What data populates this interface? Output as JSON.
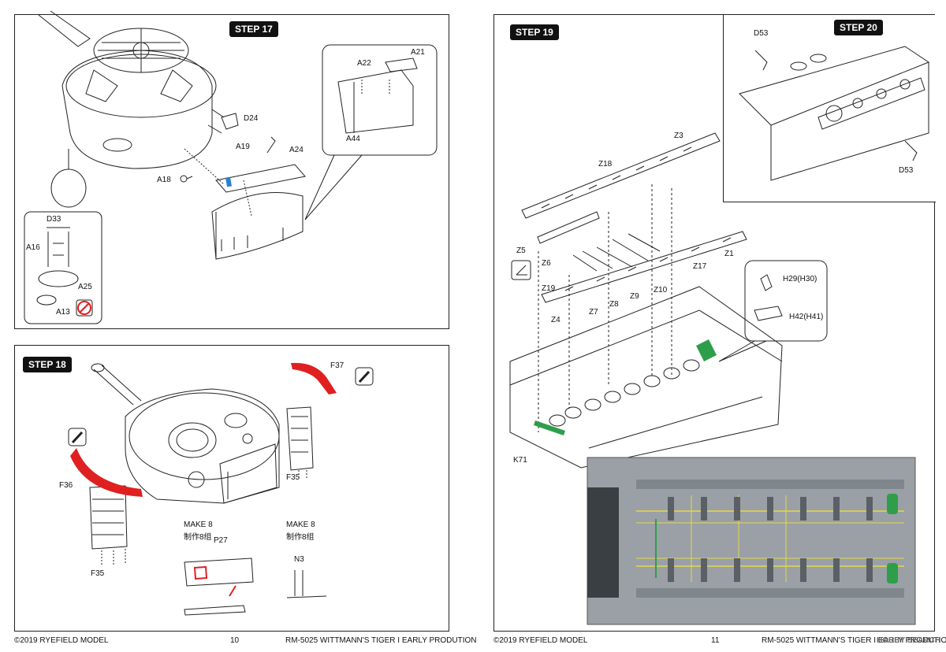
{
  "left_page": {
    "step17": {
      "tag": "STEP 17",
      "labels": [
        "A21",
        "A22",
        "A44",
        "D24",
        "A19",
        "A24",
        "A18",
        "D33",
        "A16",
        "A25",
        "A13"
      ]
    },
    "step18": {
      "tag": "STEP 18",
      "labels": [
        "F37",
        "F36",
        "F35",
        "F35",
        "P27",
        "N3"
      ],
      "make_left_en": "MAKE 8",
      "make_left_cn": "制作8组",
      "make_right_en": "MAKE 8",
      "make_right_cn": "制作8组"
    },
    "footer": {
      "copyright": "©2019 RYEFIELD MODEL",
      "page_number": "10",
      "title": "RM-5025 WITTMANN'S TIGER I EARLY PRODUTION"
    }
  },
  "right_page": {
    "step19": {
      "tag": "STEP 19",
      "labels": [
        "Z3",
        "Z18",
        "Z5",
        "Z6",
        "Z1",
        "Z17",
        "Z19",
        "Z9",
        "Z10",
        "Z4",
        "Z7",
        "Z8",
        "H29(H30)",
        "H42(H41)",
        "K71"
      ]
    },
    "step20": {
      "tag": "STEP 20",
      "labels": [
        "D53",
        "D53"
      ]
    },
    "footer": {
      "copyright": "©2019 RYEFIELD MODEL",
      "page_number": "11",
      "title": "RM-5025 WITTMANN'S TIGER I EARLY PRODUTION",
      "watermark": "HOBBY SEARCH"
    }
  },
  "colors": {
    "red_part": "#e02020",
    "blue_part": "#2a7fd4",
    "green_part": "#2e9e4a",
    "render_gray": "#9aa0a6",
    "render_dark": "#5a6066",
    "yellow_line": "#e6d84a"
  }
}
